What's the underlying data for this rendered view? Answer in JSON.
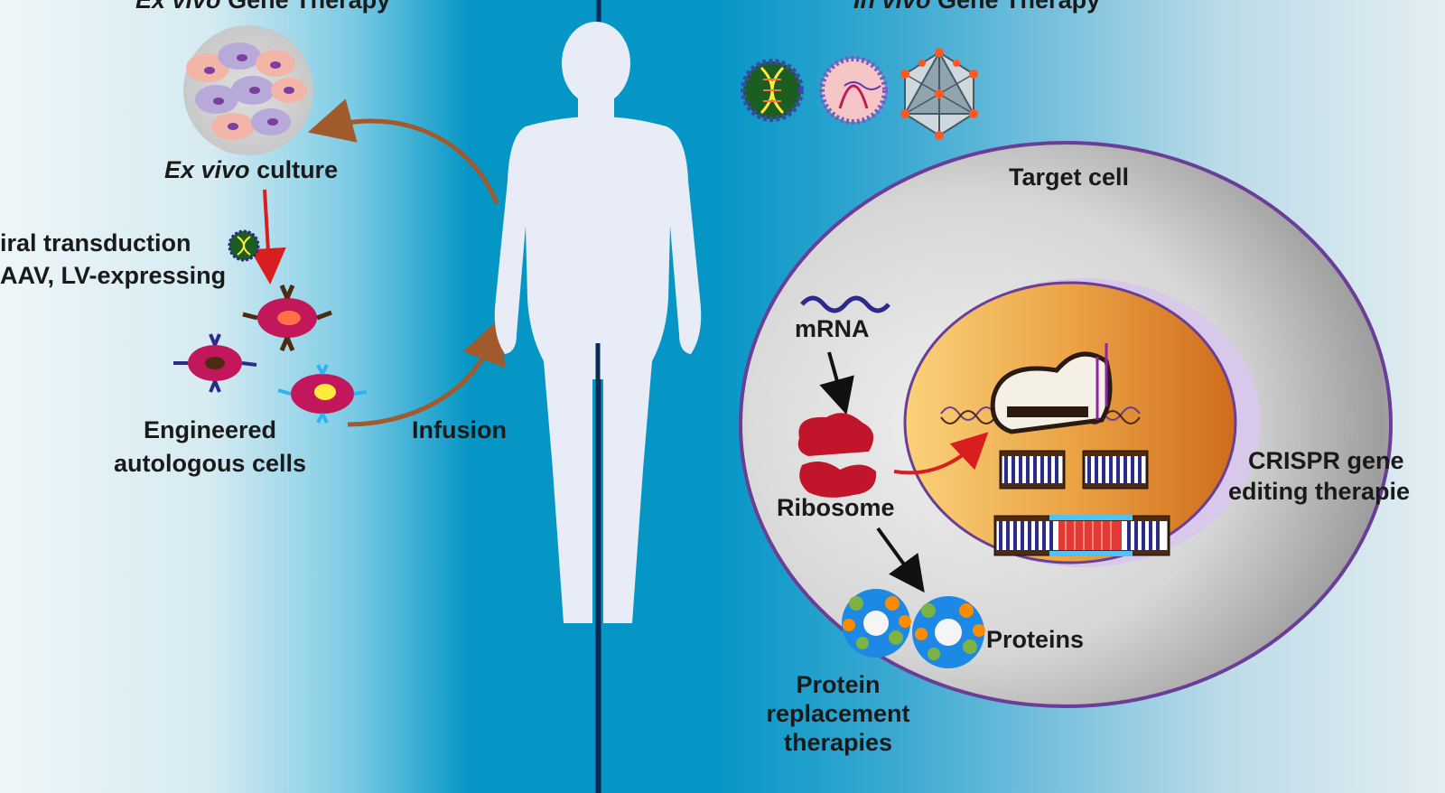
{
  "ex_vivo": {
    "title_italic": "Ex vivo",
    "title_rest": " Gene Therapy",
    "culture_italic": "Ex vivo",
    "culture_rest": " culture",
    "transduction_line1": "iral transduction",
    "transduction_line2": "AAV, LV-expressing",
    "engineered_line1": "Engineered",
    "engineered_line2": "autologous cells"
  },
  "infusion": "Infusion",
  "in_vivo": {
    "title_italic": "In vivo",
    "title_rest": " Gene Therapy",
    "target_cell": "Target cell",
    "mrna": "mRNA",
    "ribosome": "Ribosome",
    "proteins": "Proteins",
    "protein_replacement_line1": "Protein",
    "protein_replacement_line2": "replacement",
    "protein_replacement_line3": "therapies",
    "crispr_line1": "CRISPR gene",
    "crispr_line2": "editing therapie"
  },
  "colors": {
    "background_blue": "#0596c6",
    "left_panel_light": "#e7f3f6",
    "arrow_brown": "#a05a2c",
    "arrow_red": "#d81e1e",
    "cell_membrane": "#6a3d96",
    "nucleus_orange": "#e08a2c",
    "ribosome_red": "#c0152a",
    "engineered_cell_magenta": "#c2185b"
  },
  "icons": [
    "cell-culture-dish-icon",
    "virus-vector-icon",
    "engineered-cell-icon",
    "human-silhouette-icon",
    "aav-virus-icon",
    "lipid-nanoparticle-icon",
    "icosahedral-capsid-icon",
    "mrna-strand-icon",
    "ribosome-icon",
    "cas9-complex-icon",
    "dna-duplex-icon",
    "protein-complex-icon"
  ]
}
